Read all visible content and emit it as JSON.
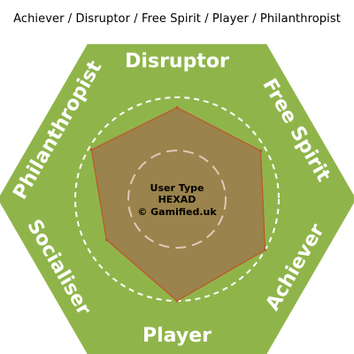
{
  "chart_data": {
    "type": "radar",
    "title": "Achiever / Disruptor / Free Spirit / Player / Philanthropist",
    "center_text": [
      "User Type",
      "HEXAD",
      "© Gamified.uk"
    ],
    "categories": [
      "Disruptor",
      "Free Spirit",
      "Achiever",
      "Player",
      "Socialiser",
      "Philanthropist"
    ],
    "values": [
      0.9,
      0.95,
      1.0,
      1.0,
      0.8,
      0.97
    ],
    "max": 1.0,
    "colors": {
      "hexagon": "#8fb54a",
      "polygon_fill": "#9a834c",
      "polygon_stroke": "#c0552c",
      "label_text": "#ffffff",
      "outer_ring": "#ffffff",
      "inner_ring": "#e8c4b8",
      "center_text": "#5a2d1a"
    }
  }
}
